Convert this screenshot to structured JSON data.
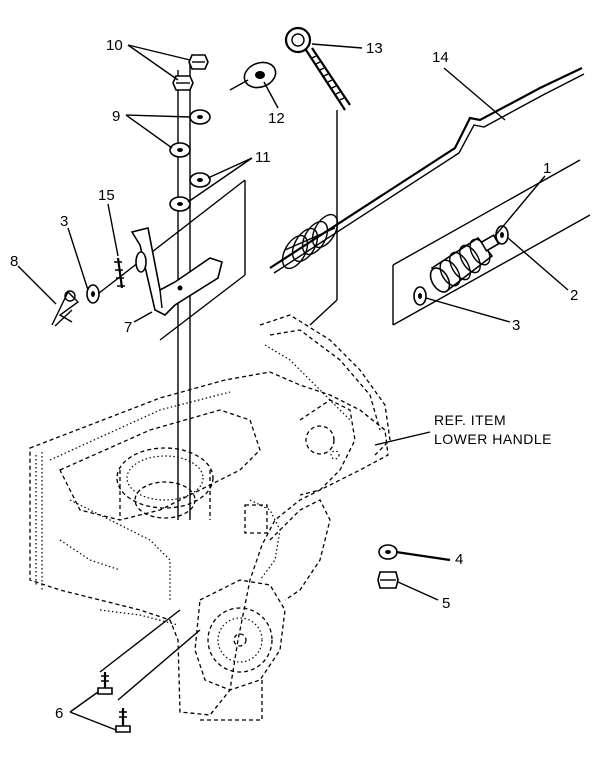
{
  "callouts": {
    "c1": "1",
    "c2": "2",
    "c3a": "3",
    "c3b": "3",
    "c4": "4",
    "c5": "5",
    "c6": "6",
    "c7": "7",
    "c8": "8",
    "c9": "9",
    "c10": "10",
    "c11": "11",
    "c12": "12",
    "c13": "13",
    "c14": "14",
    "c15": "15"
  },
  "reference_note": {
    "line1": "REF. ITEM",
    "line2": "LOWER HANDLE"
  }
}
